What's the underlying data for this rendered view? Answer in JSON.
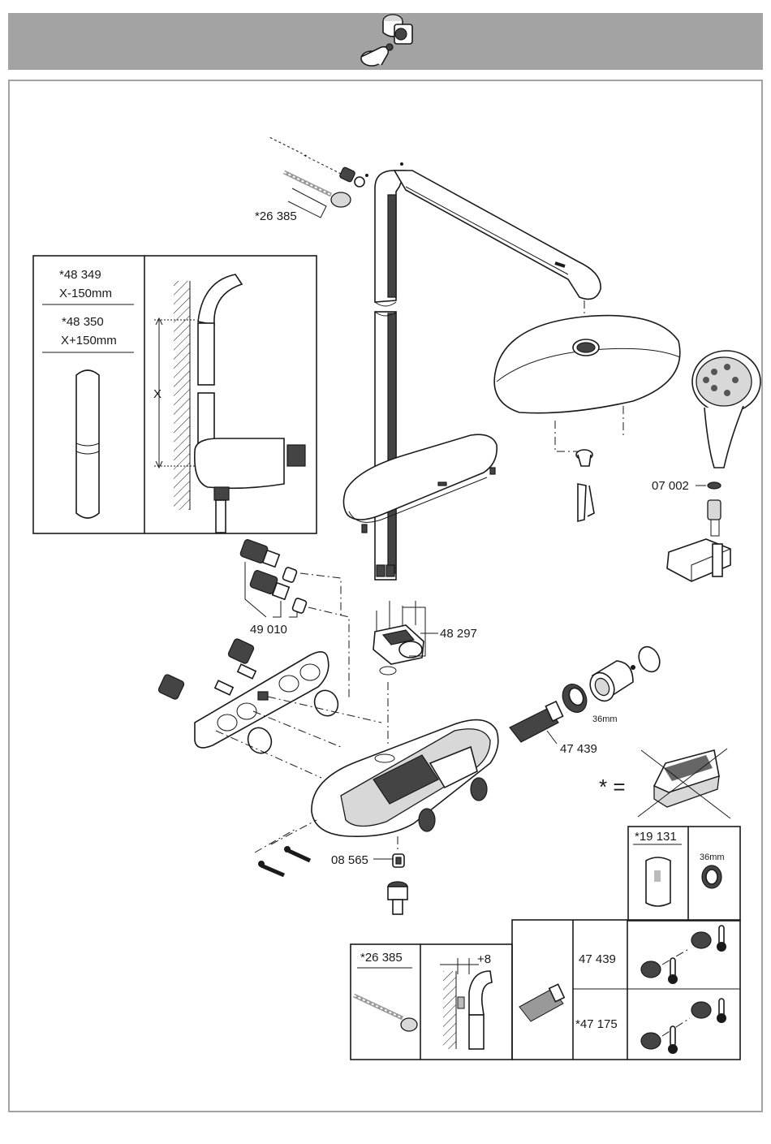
{
  "labels": {
    "screw_kit_top": "*26 385",
    "inset_top_a_code": "*48 349",
    "inset_top_a_dim": "X-150mm",
    "inset_top_b_code": "*48 350",
    "inset_top_b_dim": "X+150mm",
    "inset_dim_x": "X",
    "seal": "07 002",
    "cartridges": "49 010",
    "thermo_element": "48 297",
    "thermo_cartridge": "47 439",
    "thermo_nut": "36mm",
    "check_valve": "08 565",
    "asterisk_note": "* =",
    "tool_code": "*19 131",
    "tool_size": "36mm",
    "inset_bottom_code": "*26 385",
    "inset_bottom_offset": "+8",
    "table_row1_code": "47 439",
    "table_row2_code": "*47 175"
  },
  "icons": {
    "header": "wall-mount-bracket-icon",
    "tool_logo": "brand-tool-icon"
  },
  "colors": {
    "header_bar": "#a3a3a3",
    "frame_border": "#a3a3a3",
    "line_art": "#1a1a1a"
  }
}
